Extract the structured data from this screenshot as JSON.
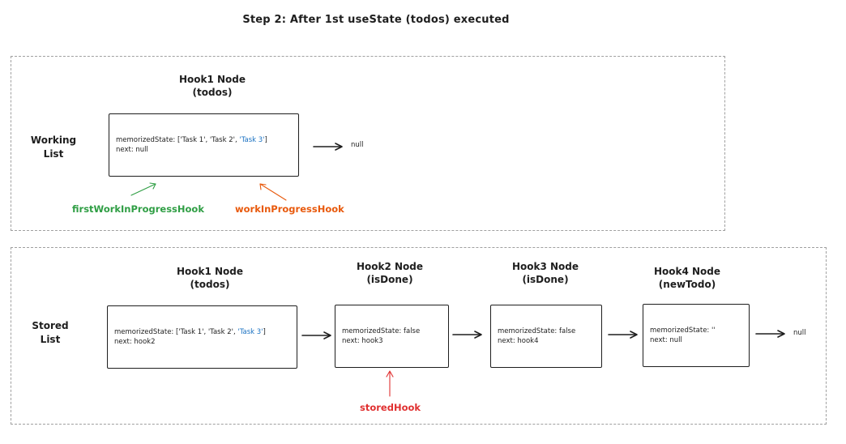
{
  "title": "Step 2: After 1st useState (todos) executed",
  "working": {
    "label": [
      "Working",
      "List"
    ],
    "node": {
      "heading": [
        "Hook1 Node",
        "(todos)"
      ],
      "state_prefix": "memorizedState: ['Task 1', 'Task 2', ",
      "state_highlight": "'Task 3'",
      "state_suffix": "]",
      "next": "next: null"
    },
    "null_label": "null",
    "pointers": {
      "first": {
        "label": "firstWorkInProgressHook",
        "color": "#2f9e44"
      },
      "current": {
        "label": "workInProgressHook",
        "color": "#e8590c"
      }
    }
  },
  "stored": {
    "label": [
      "Stored",
      "List"
    ],
    "nodes": [
      {
        "heading": [
          "Hook1 Node",
          "(todos)"
        ],
        "state_prefix": "memorizedState: ['Task 1', 'Task 2', ",
        "state_highlight": "'Task 3'",
        "state_suffix": "]",
        "next": "next: hook2"
      },
      {
        "heading": [
          "Hook2 Node",
          "(isDone)"
        ],
        "state": "memorizedState: false",
        "next": "next: hook3"
      },
      {
        "heading": [
          "Hook3 Node",
          "(isDone)"
        ],
        "state": "memorizedState: false",
        "next": "next: hook4"
      },
      {
        "heading": [
          "Hook4 Node",
          "(newTodo)"
        ],
        "state": "memorizedState: ''",
        "next": "next: null"
      }
    ],
    "null_label": "null",
    "pointer": {
      "label": "storedHook",
      "color": "#e03131"
    }
  },
  "colors": {
    "border": "#1e1e1e",
    "dashed": "#a0a0a0",
    "highlight": "#1971c2"
  }
}
